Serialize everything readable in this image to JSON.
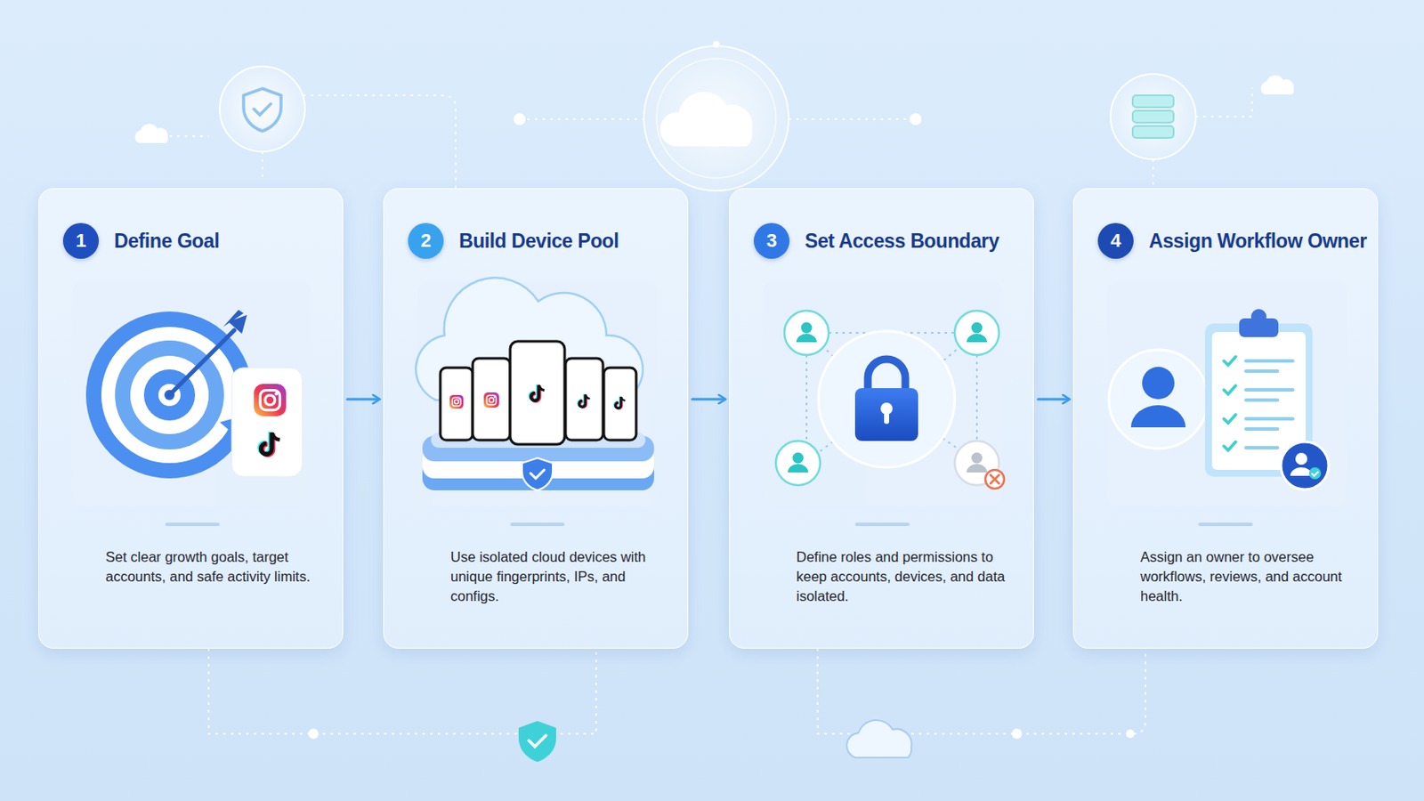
{
  "diagram": {
    "nodes": [
      {
        "text": [
          "Define Goal",
          "Set clear growth goals, target accounts, and safe activity limits."
        ]
      },
      {
        "text": [
          "1"
        ],
        "in": 0
      },
      {
        "text": [
          "Build Device Pool",
          "Use isolated cloud devices with unique fingerprints, IPs, and configs."
        ]
      },
      {
        "text": [
          "2"
        ],
        "in": 2
      },
      {
        "text": [
          "Set Access Boundary",
          "Define roles and permissions to keep accounts, devices, and data isolated."
        ]
      },
      {
        "text": [
          "3"
        ],
        "in": 4
      },
      {
        "text": [
          "Assign Workflow Owner",
          "Assign an owner to oversee workflows, reviews, and account health."
        ]
      },
      {
        "text": [
          "4"
        ],
        "in": 6
      }
    ],
    "edges": [
      {
        "from": 0,
        "to": 2,
        "arrow": "to"
      },
      {
        "from": 2,
        "to": 4,
        "arrow": "to"
      },
      {
        "from": 4,
        "to": 6,
        "arrow": "to"
      }
    ]
  }
}
